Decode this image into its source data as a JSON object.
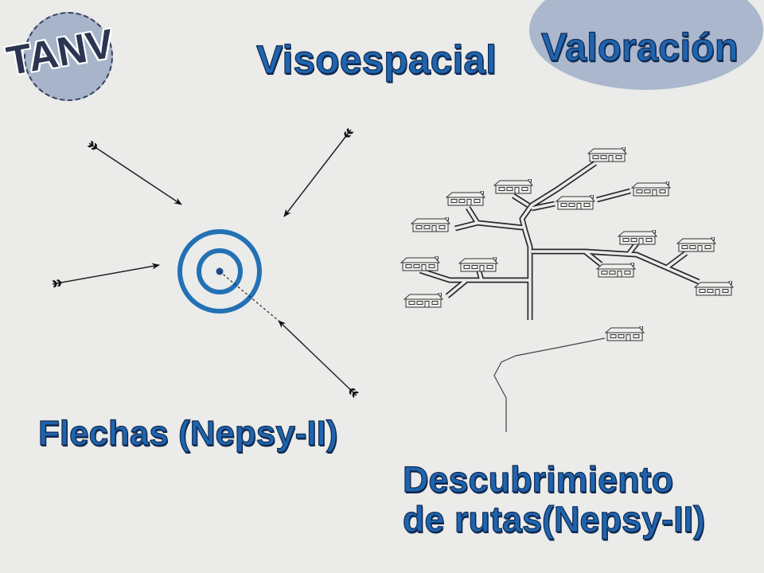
{
  "logo": {
    "text": "TANV"
  },
  "title": "Visoespacial",
  "badge": "Valoración",
  "flechas": {
    "caption": "Flechas (Nepsy-II)"
  },
  "rutas": {
    "caption_line1": "Descubrimiento",
    "caption_line2": "de rutas(Nepsy-II)"
  },
  "colors": {
    "background": "#ebebe9",
    "accent": "#1f64ae",
    "outline": "#10294f",
    "target": "#2271b5",
    "badge_fill": "#aab7cd",
    "logo_fill": "#a7b4ca"
  }
}
